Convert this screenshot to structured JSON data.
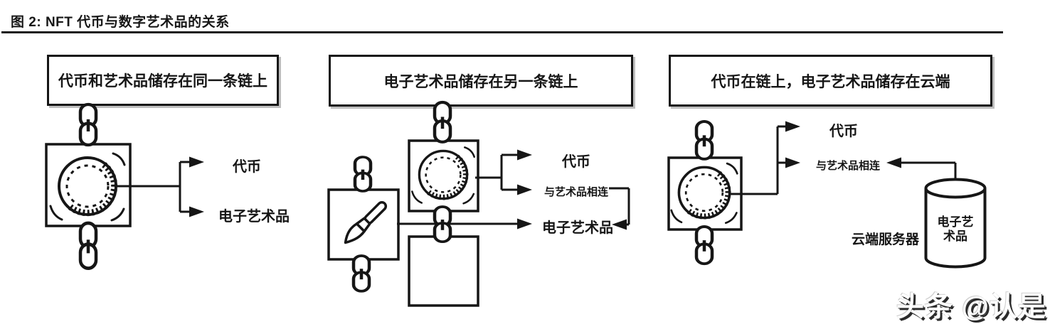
{
  "caption": "图 2: NFT 代币与数字艺术品的关系",
  "panels": [
    {
      "id": "same-chain",
      "title": "代币和艺术品储存在同一条链上",
      "labels": {
        "token": "代币",
        "art": "电子艺术品"
      }
    },
    {
      "id": "separate-chain",
      "title": "电子艺术品储存在另一条链上",
      "labels": {
        "token": "代币",
        "link": "与艺术品相连",
        "art": "电子艺术品"
      }
    },
    {
      "id": "cloud",
      "title": "代币在链上，电子艺术品储存在云端",
      "labels": {
        "token": "代币",
        "link": "与艺术品相连",
        "server": "云端服务器",
        "database": "电子艺术品"
      }
    }
  ],
  "watermark": "头条 @认是",
  "colors": {
    "ink": "#161616",
    "paper": "#ffffff"
  }
}
